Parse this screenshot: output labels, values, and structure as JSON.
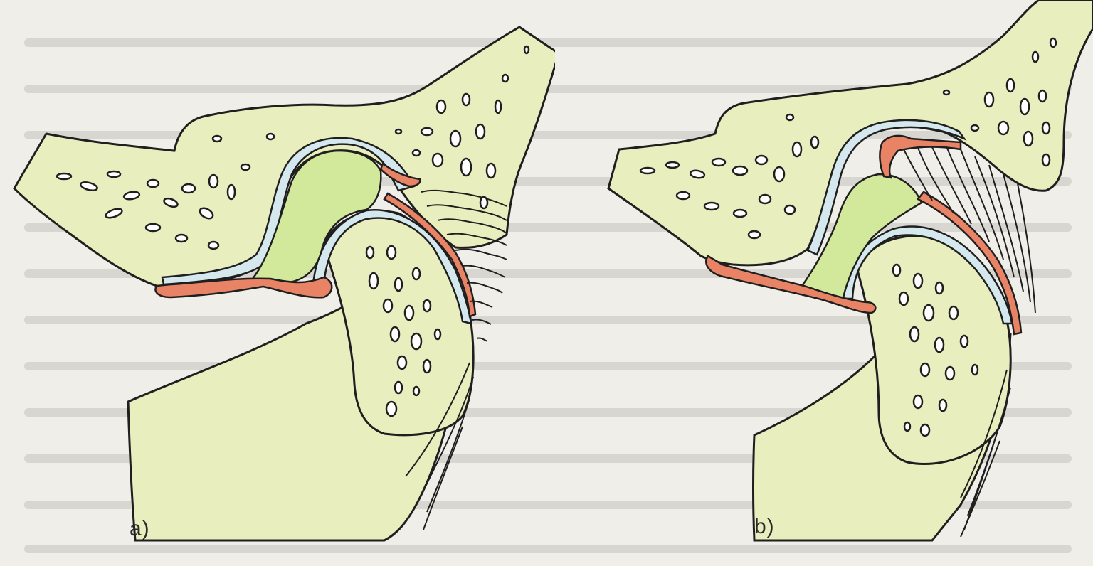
{
  "panels": [
    {
      "id": "a",
      "label": "a)"
    },
    {
      "id": "b",
      "label": "b)"
    }
  ],
  "colors": {
    "page": "#efeee9",
    "bone": "#e8eebd",
    "disc": "#d2e89a",
    "cartilage": "#d4e8ee",
    "synovial": "#e98366",
    "outline": "#1f1f1f",
    "print_text": "#d4d3cd"
  }
}
